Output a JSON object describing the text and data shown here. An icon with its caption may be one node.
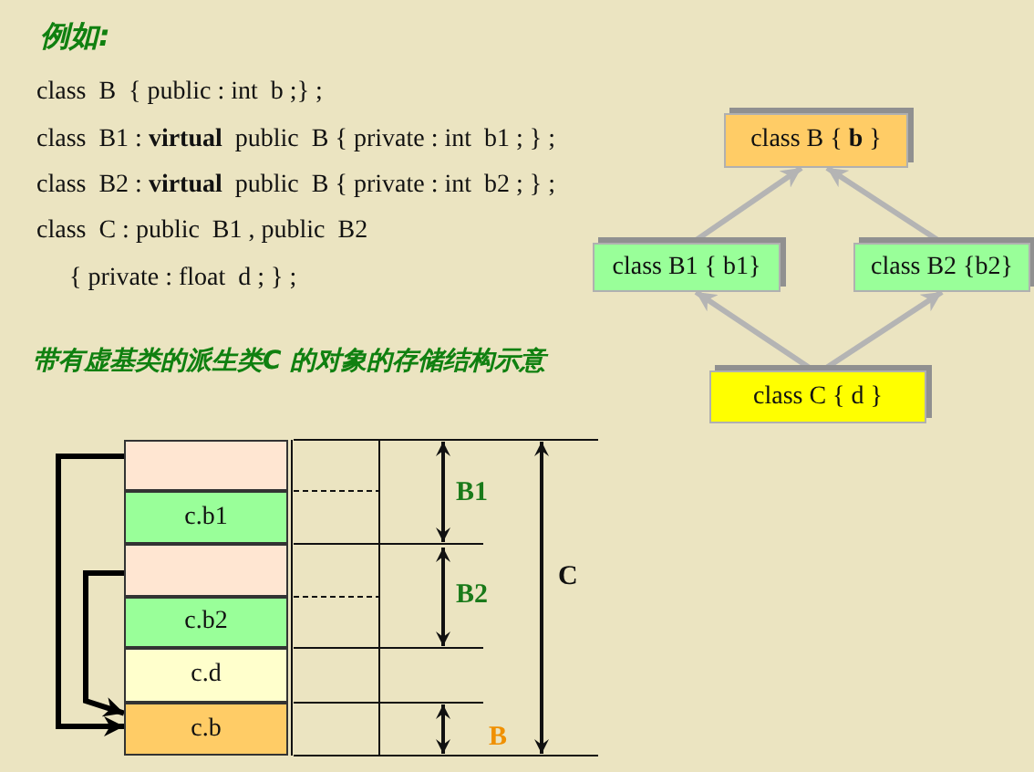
{
  "diagram": {
    "nodes": [
      {
        "text": [
          "class B { **b** }"
        ]
      },
      {
        "text": [
          "class B1 { b1}"
        ]
      },
      {
        "text": [
          "class B2 {b2}"
        ]
      },
      {
        "text": [
          "class C { d }"
        ]
      },
      {
        "text": [],
        "shape": "box"
      },
      {
        "text": [
          "c.b1"
        ]
      },
      {
        "text": [],
        "shape": "box"
      },
      {
        "text": [
          "c.b2"
        ]
      },
      {
        "text": [
          "c.d"
        ]
      },
      {
        "text": [
          "c.b"
        ]
      }
    ],
    "edges": [
      {
        "from": 1,
        "to": 0,
        "arrow": "to"
      },
      {
        "from": 2,
        "to": 0,
        "arrow": "to"
      },
      {
        "from": 3,
        "to": 1,
        "arrow": "to"
      },
      {
        "from": 3,
        "to": 2,
        "arrow": "to"
      },
      {
        "from": 4,
        "to": 9,
        "arrow": "to",
        "color": "#000000"
      },
      {
        "from": 6,
        "to": 9,
        "arrow": "to",
        "color": "#000000"
      }
    ],
    "labels": [
      "例如:",
      "class  B  { public : int  b ;} ;",
      "class  B1 : **virtual**  public  B { private : int  b1 ; } ;",
      "class  B2 : **virtual**  public  B { private : int  b2 ; } ;",
      "class  C : public  B1 , public  B2",
      "{ private : float  d ; } ;",
      "带有虚基类的派生类C 的对象的存储结构示意",
      "B1",
      "B2",
      "C",
      "B"
    ]
  }
}
